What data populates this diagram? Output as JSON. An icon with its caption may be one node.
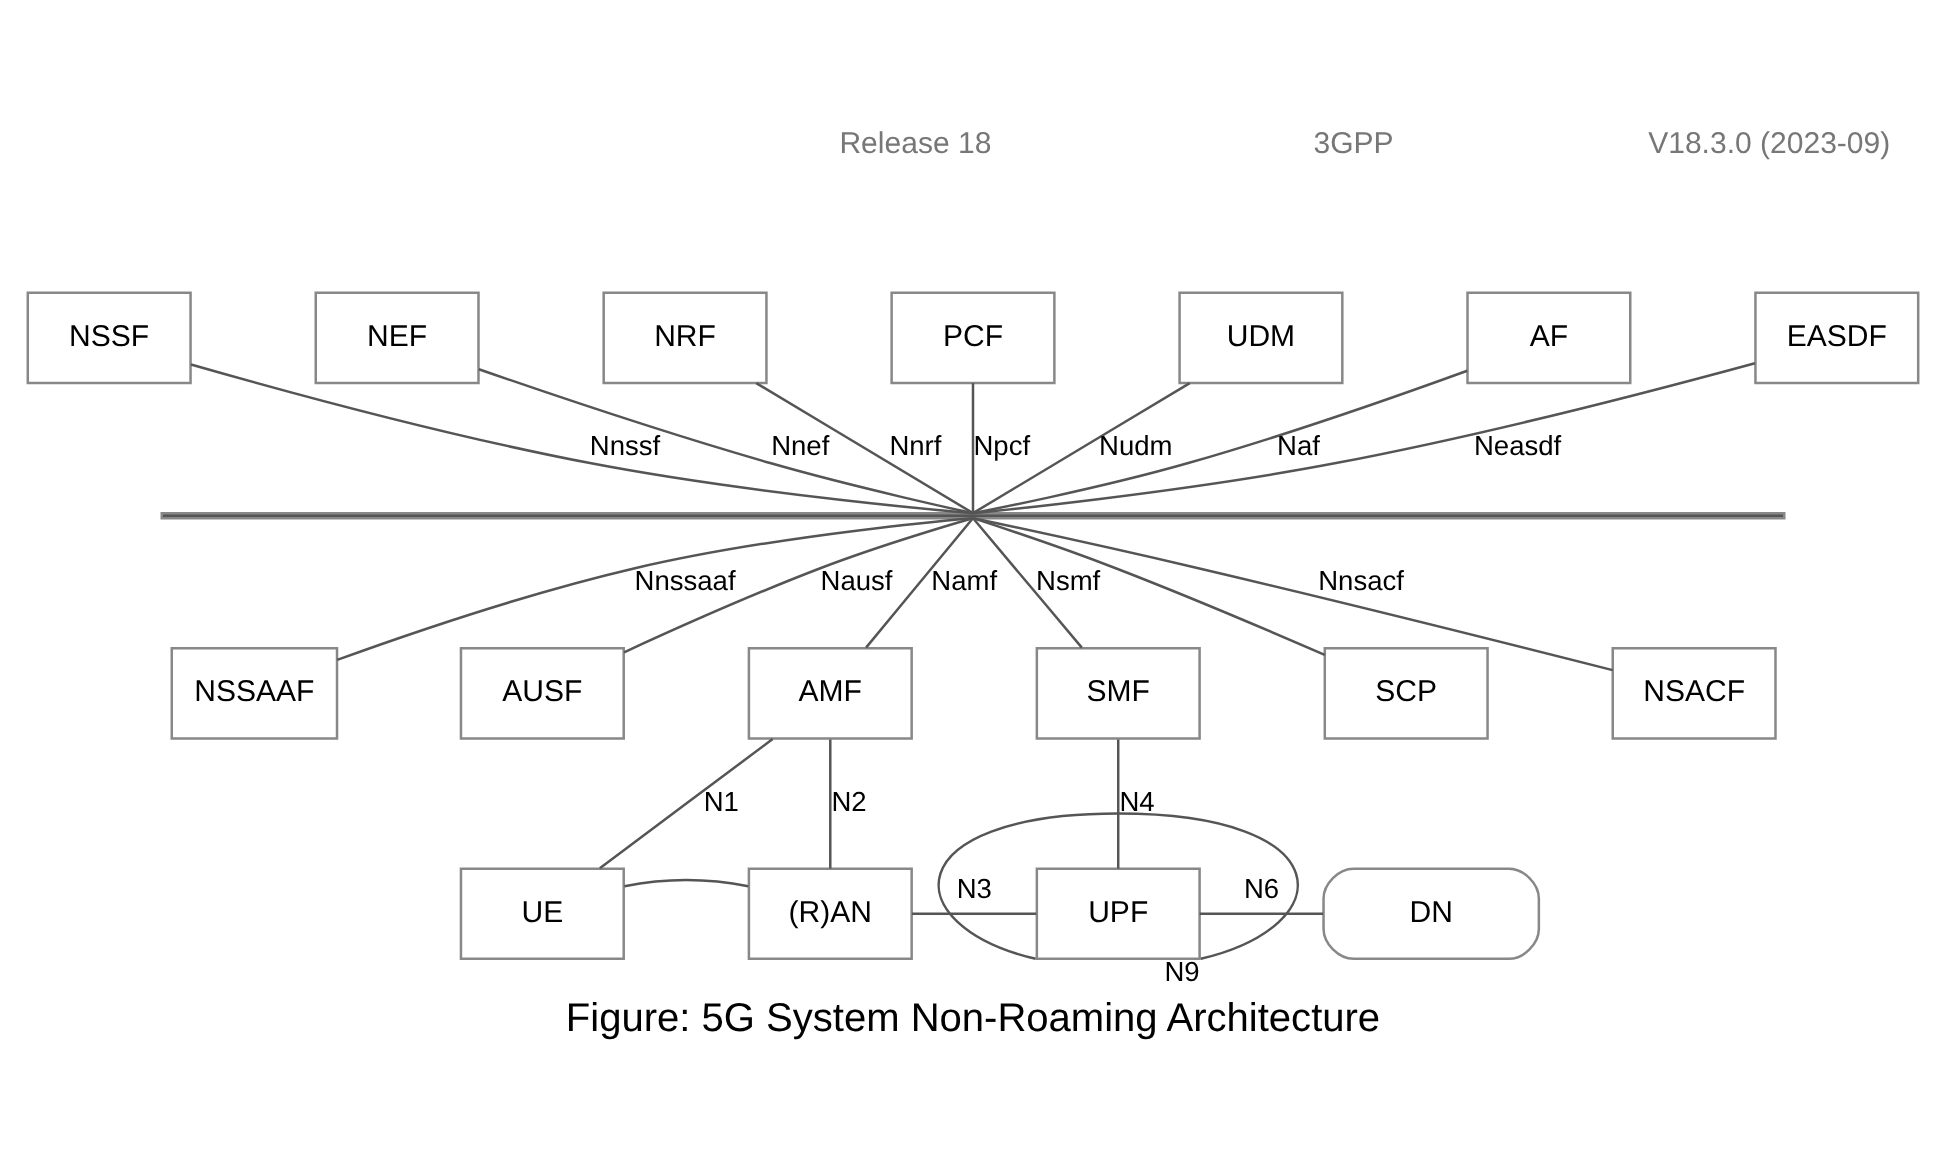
{
  "diagram": {
    "caption": "Figure: 5G System Non-Roaming Architecture",
    "nodes": [
      {
        "text": [
          "NSSF"
        ]
      },
      {
        "text": [
          "NEF"
        ]
      },
      {
        "text": [
          "NRF"
        ]
      },
      {
        "text": [
          "PCF"
        ]
      },
      {
        "text": [
          "UDM"
        ]
      },
      {
        "text": [
          "AF"
        ]
      },
      {
        "text": [
          "EASDF"
        ]
      },
      {
        "text": [],
        "shape": "bar"
      },
      {
        "text": [
          "NSSAAF"
        ]
      },
      {
        "text": [
          "AUSF"
        ]
      },
      {
        "text": [
          "AMF"
        ]
      },
      {
        "text": [
          "SMF"
        ]
      },
      {
        "text": [
          "SCP"
        ]
      },
      {
        "text": [
          "NSACF"
        ]
      },
      {
        "text": [
          "UE"
        ]
      },
      {
        "text": [
          "(R)AN"
        ]
      },
      {
        "text": [
          "UPF"
        ]
      },
      {
        "text": [
          "DN"
        ]
      }
    ],
    "edges": [
      {
        "from": 0,
        "to": 7,
        "arrow": "none",
        "label": "Nnssf"
      },
      {
        "from": 1,
        "to": 7,
        "arrow": "none",
        "label": "Nnef"
      },
      {
        "from": 2,
        "to": 7,
        "arrow": "none",
        "label": "Nnrf"
      },
      {
        "from": 3,
        "to": 7,
        "arrow": "none",
        "label": "Npcf"
      },
      {
        "from": 4,
        "to": 7,
        "arrow": "none",
        "label": "Nudm"
      },
      {
        "from": 5,
        "to": 7,
        "arrow": "none",
        "label": "Naf"
      },
      {
        "from": 6,
        "to": 7,
        "arrow": "none",
        "label": "Neasdf"
      },
      {
        "from": 7,
        "to": 8,
        "arrow": "none",
        "label": "Nnssaaf"
      },
      {
        "from": 7,
        "to": 9,
        "arrow": "none",
        "label": "Nausf"
      },
      {
        "from": 7,
        "to": 10,
        "arrow": "none",
        "label": "Namf"
      },
      {
        "from": 7,
        "to": 11,
        "arrow": "none",
        "label": "Nsmf"
      },
      {
        "from": 7,
        "to": 12,
        "arrow": "none"
      },
      {
        "from": 7,
        "to": 13,
        "arrow": "none",
        "label": "Nnsacf"
      },
      {
        "from": 10,
        "to": 14,
        "arrow": "none",
        "label": "N1"
      },
      {
        "from": 10,
        "to": 15,
        "arrow": "none",
        "label": "N2"
      },
      {
        "from": 14,
        "to": 15,
        "arrow": "none"
      },
      {
        "from": 15,
        "to": 16,
        "arrow": "none",
        "label": "N3"
      },
      {
        "from": 11,
        "to": 16,
        "arrow": "none",
        "label": "N4"
      },
      {
        "from": 16,
        "to": 17,
        "arrow": "none",
        "label": "N6"
      },
      {
        "from": 16,
        "to": 16,
        "arrow": "none",
        "label": "N9"
      }
    ],
    "labels": [
      "Release 18",
      "3GPP",
      "V18.3.0 (2023-09)"
    ]
  }
}
